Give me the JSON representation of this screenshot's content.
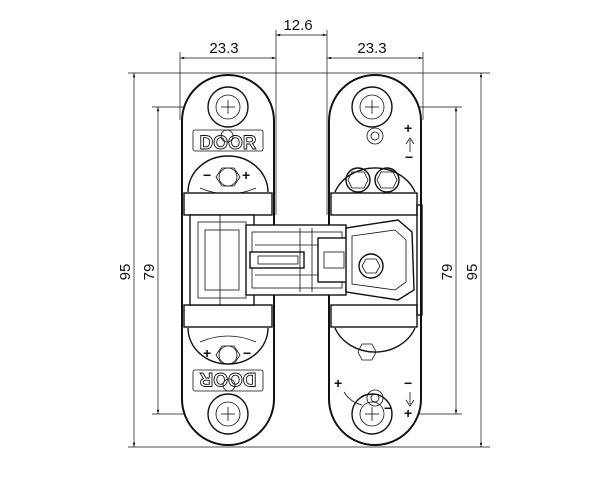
{
  "dimensions": {
    "left_width": "23.3",
    "gap_width": "12.6",
    "right_width": "23.3",
    "left_overall_height": "95",
    "left_hole_spacing": "79",
    "right_hole_spacing": "79",
    "right_overall_height": "95"
  },
  "markings": {
    "logo_top": "DOOR",
    "logo_bottom": "DOOR",
    "plus": "+",
    "minus": "−"
  }
}
